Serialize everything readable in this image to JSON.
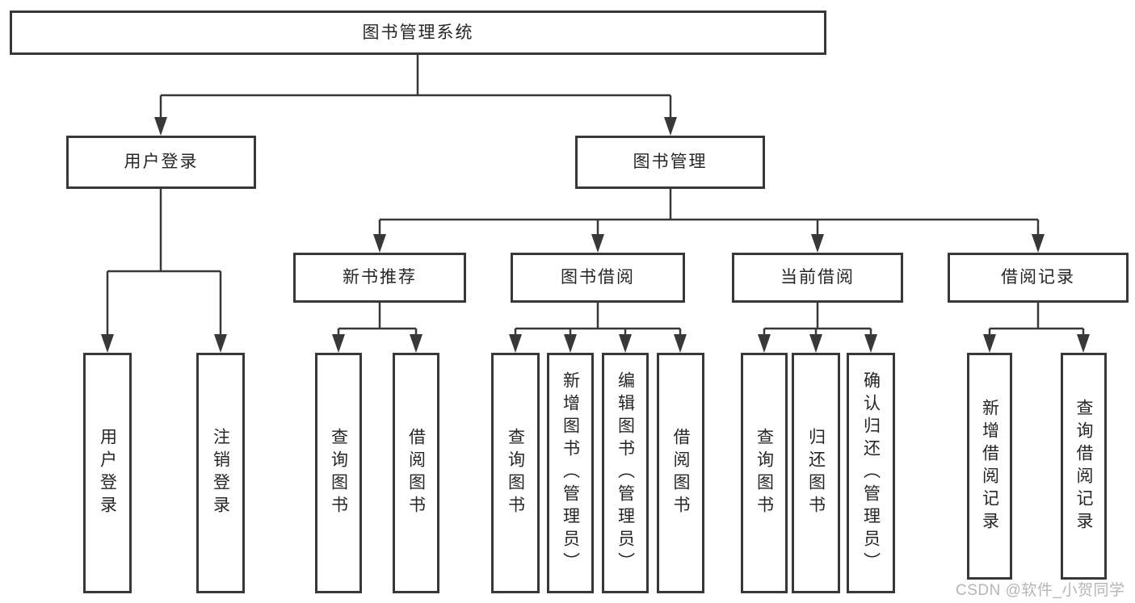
{
  "diagram": {
    "root": {
      "id": "library-management-system",
      "label": "图书管理系统"
    },
    "level2": [
      {
        "id": "user-login",
        "label": "用户登录"
      },
      {
        "id": "book-management",
        "label": "图书管理"
      }
    ],
    "level3": [
      {
        "id": "new-book-recommend",
        "label": "新书推荐"
      },
      {
        "id": "book-borrowing",
        "label": "图书借阅"
      },
      {
        "id": "current-borrowing",
        "label": "当前借阅"
      },
      {
        "id": "borrowing-records",
        "label": "借阅记录"
      }
    ],
    "leaves": [
      {
        "id": "user-login-leaf",
        "label": "用户登录"
      },
      {
        "id": "logout-leaf",
        "label": "注销登录"
      },
      {
        "id": "query-books-recommend",
        "label": "查询图书"
      },
      {
        "id": "borrow-books-recommend",
        "label": "借阅图书"
      },
      {
        "id": "query-books-borrowing",
        "label": "查询图书"
      },
      {
        "id": "add-books-admin",
        "label": "新增图书（管理员）"
      },
      {
        "id": "edit-books-admin",
        "label": "编辑图书（管理员）"
      },
      {
        "id": "borrow-books-borrowing",
        "label": "借阅图书"
      },
      {
        "id": "query-books-current",
        "label": "查询图书"
      },
      {
        "id": "return-books",
        "label": "归还图书"
      },
      {
        "id": "confirm-return-admin",
        "label": "确认归还（管理员）"
      },
      {
        "id": "add-borrow-record",
        "label": "新增借阅记录"
      },
      {
        "id": "query-borrow-record",
        "label": "查询借阅记录"
      }
    ]
  },
  "watermark": {
    "text": "CSDN @软件_小贺同学"
  },
  "colors": {
    "line": "#383838",
    "box_border": "#383838",
    "text": "#262626",
    "background": "#ffffff",
    "watermark": "#b5b5b5"
  }
}
